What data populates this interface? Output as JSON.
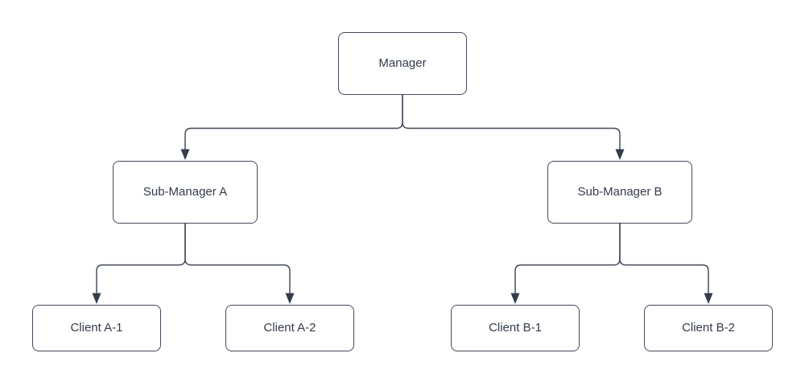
{
  "diagram": {
    "type": "org-chart-tree",
    "background_color": "#ffffff",
    "node_fill_color": "#ffffff",
    "node_border_color": "#424a59",
    "line_color": "#3b4452",
    "text_color": "#333b49",
    "nodes": {
      "manager": {
        "label": "Manager",
        "level": 1
      },
      "subA": {
        "label": "Sub-Manager A",
        "level": 2
      },
      "subB": {
        "label": "Sub-Manager B",
        "level": 2
      },
      "clientA1": {
        "label": "Client A-1",
        "level": 3
      },
      "clientA2": {
        "label": "Client A-2",
        "level": 3
      },
      "clientB1": {
        "label": "Client B-1",
        "level": 3
      },
      "clientB2": {
        "label": "Client B-2",
        "level": 3
      }
    },
    "edges": [
      {
        "from": "Manager",
        "to": "Sub-Manager A"
      },
      {
        "from": "Manager",
        "to": "Sub-Manager B"
      },
      {
        "from": "Sub-Manager A",
        "to": "Client A-1"
      },
      {
        "from": "Sub-Manager A",
        "to": "Client A-2"
      },
      {
        "from": "Sub-Manager B",
        "to": "Client B-1"
      },
      {
        "from": "Sub-Manager B",
        "to": "Client B-2"
      }
    ]
  }
}
